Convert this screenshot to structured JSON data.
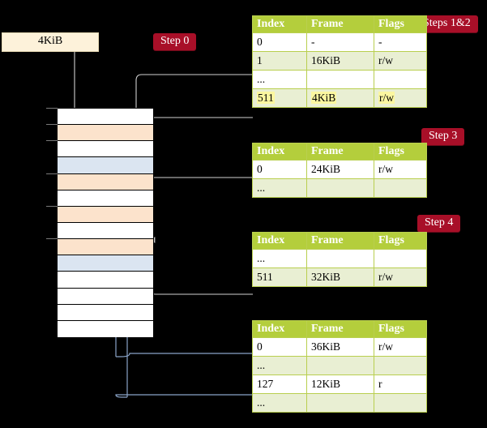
{
  "diagram": {
    "title_hidden": "",
    "virtual_address": {
      "label": "4KiB"
    },
    "badges": [
      {
        "id": "step0",
        "label": "Step 0"
      },
      {
        "id": "steps1and2",
        "label": "Steps 1&2"
      },
      {
        "id": "step3",
        "label": "Step 3"
      },
      {
        "id": "step4",
        "label": "Step 4"
      }
    ],
    "colors": {
      "badge_bg": "#a80f28",
      "badge_text": "#ffffff",
      "table_header_bg": "#b4ce3c",
      "table_border": "#b9cf4f",
      "table_alt_row": "#e9efd3",
      "highlight": "#fbf7a0",
      "vaddr_bg": "#fdf2da",
      "mem_peach": "#fce3cc",
      "mem_blue": "#dbe5f1",
      "wire_gray": "#cccccc",
      "wire_blue": "#8aa4c8",
      "arrow_gray": "#c6c6c6",
      "arrow_blue": "#4a6fa5",
      "background": "#000000"
    },
    "columns": [
      "Index",
      "Frame",
      "Flags"
    ],
    "tables": [
      {
        "id": "table-1",
        "step": "Steps 1&2",
        "rows": [
          {
            "index": "0",
            "frame": "-",
            "flags": "-",
            "alt": false,
            "highlight": false
          },
          {
            "index": "1",
            "frame": "16KiB",
            "flags": "r/w",
            "alt": true,
            "highlight": false
          },
          {
            "index": "...",
            "frame": "",
            "flags": "",
            "alt": false,
            "highlight": false
          },
          {
            "index": "511",
            "frame": "4KiB",
            "flags": "r/w",
            "alt": true,
            "highlight": true
          }
        ]
      },
      {
        "id": "table-2",
        "step": "Step 3",
        "rows": [
          {
            "index": "0",
            "frame": "24KiB",
            "flags": "r/w",
            "alt": false,
            "highlight": false
          },
          {
            "index": "...",
            "frame": "",
            "flags": "",
            "alt": true,
            "highlight": false
          }
        ]
      },
      {
        "id": "table-3",
        "step": "Step 4",
        "rows": [
          {
            "index": "...",
            "frame": "",
            "flags": "",
            "alt": false,
            "highlight": false
          },
          {
            "index": "511",
            "frame": "32KiB",
            "flags": "r/w",
            "alt": true,
            "highlight": false
          }
        ]
      },
      {
        "id": "table-4",
        "step": "",
        "rows": [
          {
            "index": "0",
            "frame": "36KiB",
            "flags": "r/w",
            "alt": false,
            "highlight": false
          },
          {
            "index": "...",
            "frame": "",
            "flags": "",
            "alt": true,
            "highlight": false
          },
          {
            "index": "127",
            "frame": "12KiB",
            "flags": "r",
            "alt": false,
            "highlight": false
          },
          {
            "index": "...",
            "frame": "",
            "flags": "",
            "alt": true,
            "highlight": false
          }
        ]
      }
    ],
    "memory_column": {
      "rows": [
        {
          "fill": "white"
        },
        {
          "fill": "peach"
        },
        {
          "fill": "white"
        },
        {
          "fill": "blue"
        },
        {
          "fill": "peach"
        },
        {
          "fill": "white"
        },
        {
          "fill": "peach"
        },
        {
          "fill": "white"
        },
        {
          "fill": "peach"
        },
        {
          "fill": "blue"
        },
        {
          "fill": "white"
        },
        {
          "fill": "white"
        },
        {
          "fill": "white"
        },
        {
          "fill": "white"
        }
      ]
    }
  }
}
